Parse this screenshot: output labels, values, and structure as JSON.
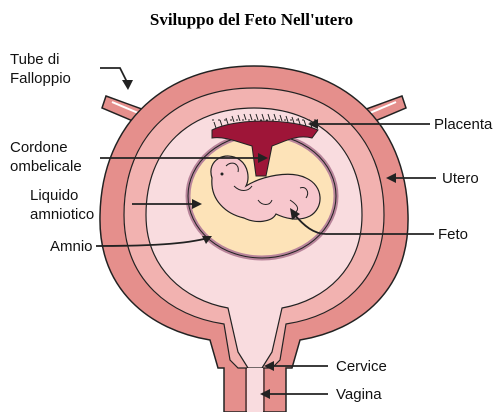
{
  "title": "Sviluppo del Feto Nell'utero",
  "labels": {
    "tube": [
      "Tube di",
      "Falloppio"
    ],
    "cordone": [
      "Cordone",
      "ombelicale"
    ],
    "liquido": [
      "Liquido",
      "amniotico"
    ],
    "amnio": "Amnio",
    "placenta": "Placenta",
    "utero": "Utero",
    "feto": "Feto",
    "cervice": "Cervice",
    "vagina": "Vagina"
  },
  "colors": {
    "uterus_outer": "#e58f8c",
    "uterus_mid": "#f2b2b0",
    "cavity": "#f9dcdf",
    "amniotic_fluid": "#fde3b8",
    "amnion": "#b8849a",
    "placenta": "#9e1538",
    "fetus": "#f7c7cd",
    "outline": "#222222"
  }
}
